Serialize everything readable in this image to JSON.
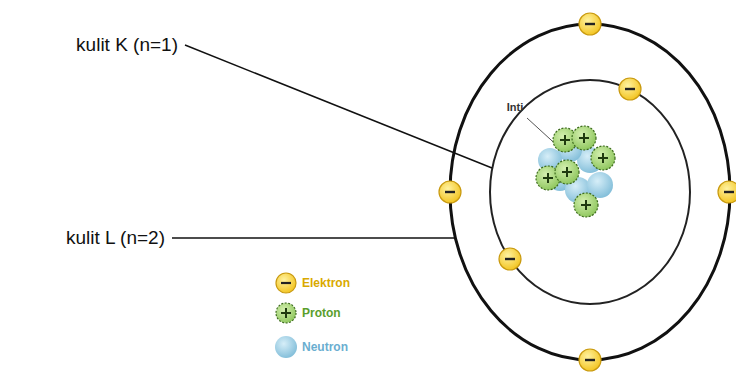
{
  "diagram": {
    "labels": [
      "kulit K (n=1)",
      "kulit L (n=2)",
      "Inti"
    ],
    "legend": [
      {
        "text": "Elektron"
      },
      {
        "text": "Proton"
      },
      {
        "text": "Neutron"
      }
    ]
  }
}
